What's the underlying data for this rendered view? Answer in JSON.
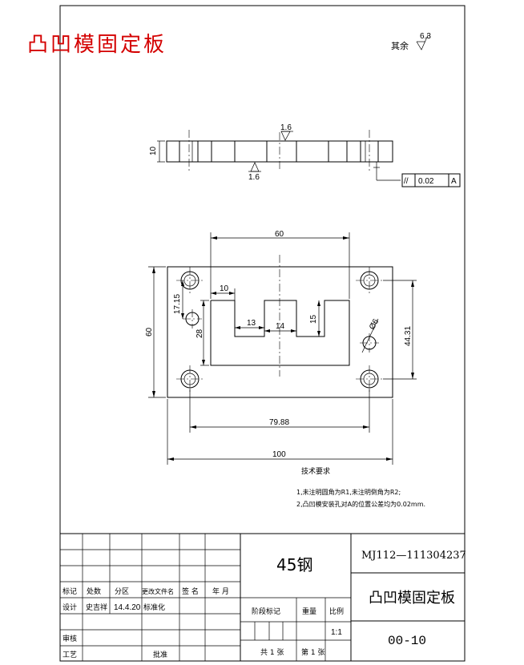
{
  "title": "凸凹模固定板",
  "roughness": {
    "label": "其余",
    "value": "6.3"
  },
  "section_view": {
    "thickness": "10",
    "roughness_top": "1.6",
    "roughness_bottom": "1.6",
    "tolerance_frame": {
      "symbol": "//",
      "value": "0.02",
      "datum": "A"
    }
  },
  "plan_view": {
    "dims": {
      "width_total": "100",
      "height_total": "60",
      "hole_spacing_x": "79.88",
      "hole_spacing_y": "44.31",
      "inner_width": "60",
      "inner_height": "28",
      "slot_width": "10",
      "hole_offset": "17.15",
      "step_13": "13",
      "step_14": "14",
      "step_15": "15",
      "diameter": "Ø6"
    }
  },
  "notes": {
    "heading": "技术要求",
    "items": [
      "1,未注明圆角为R1,未注明倒角为R2;",
      "2,凸凹模安装孔对A的位置公差均为0.02mm."
    ]
  },
  "title_block": {
    "material": "45钢",
    "drawing_no": "MJ112—111304237",
    "part_name": "凸凹模固定板",
    "code": "00-10",
    "scale": "1:1",
    "sheets": "共 1 张",
    "sheet": "第 1 张",
    "col_headers": [
      "标记",
      "处数",
      "分区",
      "更改文件名",
      "签 名",
      "年 月"
    ],
    "design_label": "设计",
    "designer": "史吉祥",
    "design_date": "14.4.20",
    "standardize_label": "标准化",
    "review_label": "审核",
    "process_label": "工艺",
    "approve_label": "批准",
    "stage_label": "阶段标记",
    "weight_label": "重量",
    "scale_label": "比例"
  }
}
